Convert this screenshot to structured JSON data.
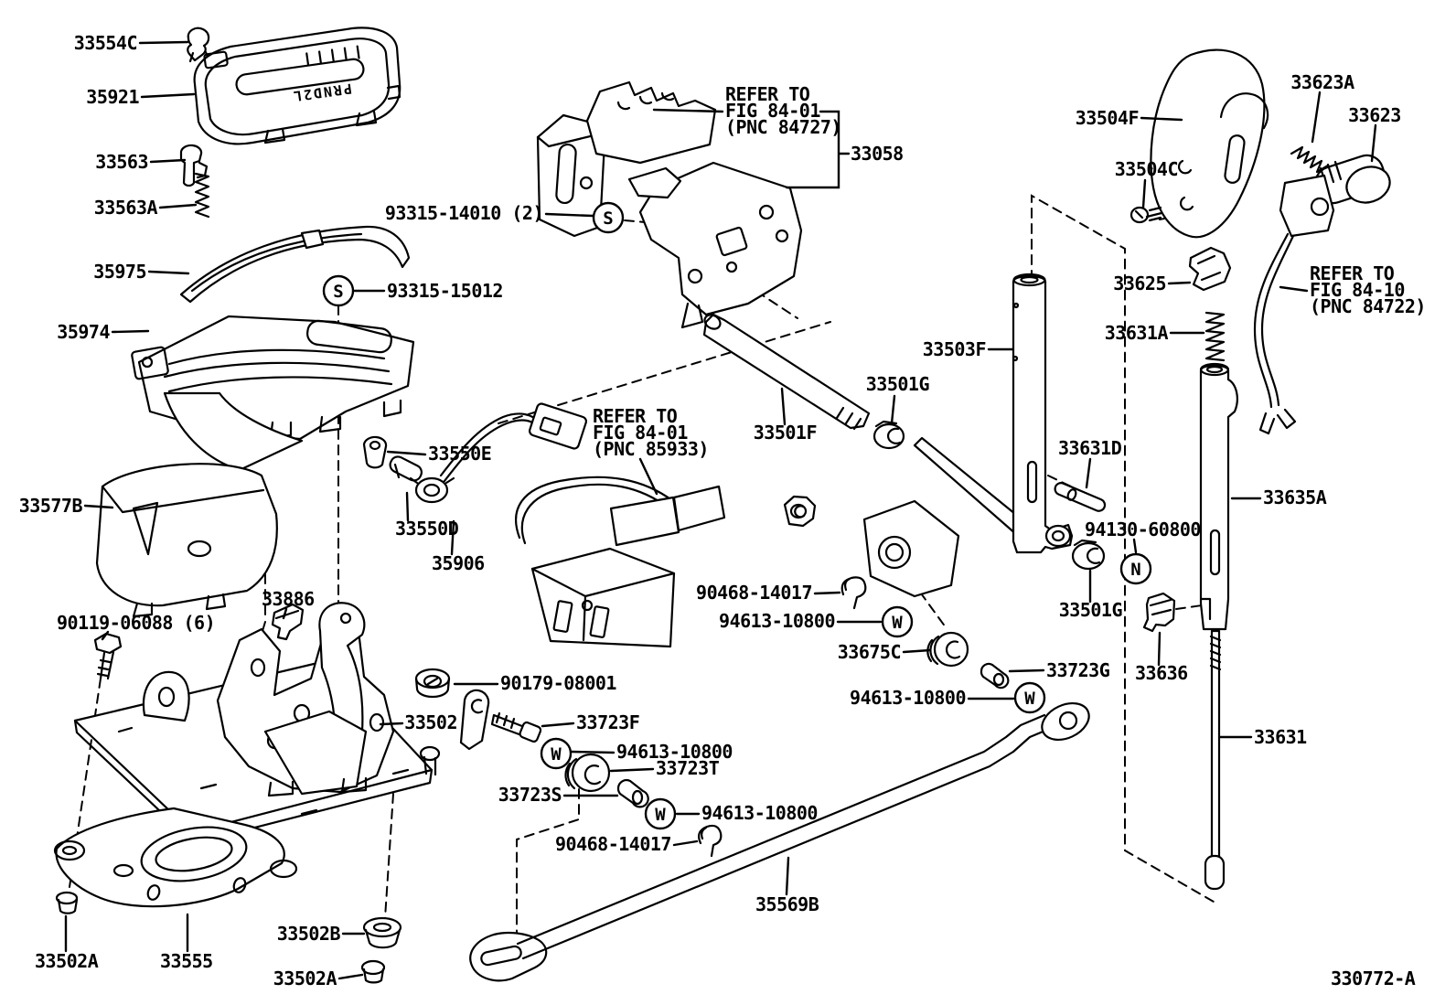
{
  "colors": {
    "background": "#ffffff",
    "line": "#000000"
  },
  "figure": {
    "code": "330772-A"
  },
  "labels": {
    "p33554c": "33554C",
    "p35921": "35921",
    "p33563": "33563",
    "p33563a": "33563A",
    "p35975": "35975",
    "p93315_15012": "93315-15012",
    "p35974": "35974",
    "p33577b": "33577B",
    "p33886": "33886",
    "p90119_06088": "90119-06088 (6)",
    "p93315_14010": "93315-14010 (2)",
    "p33058": "33058",
    "p33550e": "33550E",
    "p33550d": "33550D",
    "p35906": "35906",
    "p33501f": "33501F",
    "p33501g": "33501G",
    "p33503f": "33503F",
    "p33504f": "33504F",
    "p33504c": "33504C",
    "p33623a": "33623A",
    "p33623": "33623",
    "p33625": "33625",
    "p33631a": "33631A",
    "p33631d": "33631D",
    "p94130_60800": "94130-60800",
    "p33635a": "33635A",
    "p33636": "33636",
    "p33675c": "33675C",
    "p33723g": "33723G",
    "p94613_10800": "94613-10800",
    "p90468_14017": "90468-14017",
    "p90179_08001": "90179-08001",
    "p33502": "33502",
    "p33723f": "33723F",
    "p94613_10800_b": "94613-10800",
    "p33723t": "33723T",
    "p33723s": "33723S",
    "p35569b": "35569B",
    "p33502a": "33502A",
    "p33555": "33555",
    "p33502b": "33502B",
    "p33631": "33631"
  },
  "notes": {
    "refer_84727": {
      "l1": "REFER TO",
      "l2": "FIG 84-01",
      "l3": "(PNC 84727)"
    },
    "refer_85933": {
      "l1": "REFER TO",
      "l2": "FIG 84-01",
      "l3": "(PNC 85933)"
    },
    "refer_84722": {
      "l1": "REFER TO",
      "l2": "FIG 84-10",
      "l3": "(PNC 84722)"
    }
  },
  "symbols": {
    "s": "S",
    "w": "W",
    "n": "N"
  },
  "shift_gate": {
    "text": "PRND2L"
  }
}
